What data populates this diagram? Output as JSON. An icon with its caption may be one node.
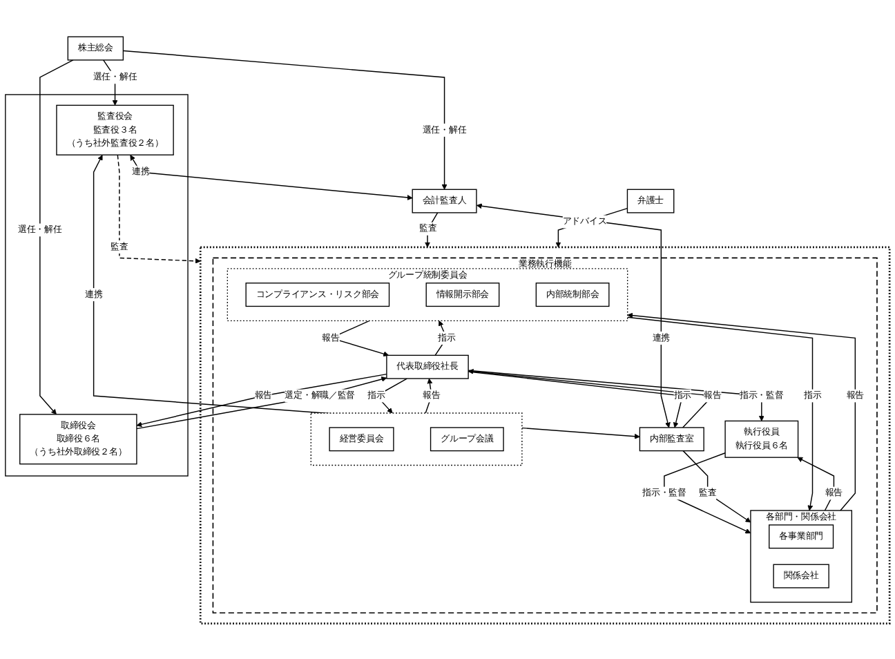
{
  "diagram": {
    "nodes": [
      {
        "text": [
          "株主総会"
        ]
      },
      {
        "text": [],
        "shape": "box"
      },
      {
        "text": [],
        "shape": "box"
      },
      {
        "text": [
          "取締役会",
          "取締役６名",
          "（うち社外取締役２名）"
        ],
        "in": 2
      },
      {
        "text": [
          "監査役会",
          "監査役３名",
          "（うち社外監査役２名）"
        ],
        "in": 2
      },
      {
        "text": [
          "会計監査人"
        ]
      },
      {
        "text": [
          "業務執行機能"
        ],
        "in": 1
      },
      {
        "text": [
          "代表取締役社長"
        ],
        "in": 6
      },
      {
        "text": [
          "内部監査室"
        ],
        "in": 6
      },
      {
        "text": [],
        "shape": "box",
        "in": 6
      },
      {
        "text": [
          "経営委員会"
        ],
        "in": 9
      },
      {
        "text": [
          "グループ会議"
        ],
        "in": 9
      },
      {
        "text": [
          "執行役員",
          "執行役員６名"
        ],
        "in": 6
      },
      {
        "text": [
          "グループ統制委員会"
        ],
        "in": 6
      },
      {
        "text": [
          "コンプライアンス・リスク部会"
        ],
        "in": 13
      },
      {
        "text": [
          "情報開示部会"
        ],
        "in": 13
      },
      {
        "text": [
          "内部統制部会"
        ],
        "in": 13
      },
      {
        "text": [
          "各部門・関係会社"
        ],
        "in": 6
      },
      {
        "text": [
          "各事業部門"
        ],
        "in": 17
      },
      {
        "text": [
          "関係会社"
        ],
        "in": 17
      },
      {
        "text": [
          "弁護士"
        ]
      }
    ],
    "edges": [
      {
        "from": 0,
        "to": 3,
        "arrow": "to",
        "label": "選任・解任"
      },
      {
        "from": 0,
        "to": 4,
        "arrow": "to",
        "label": "選任・解任"
      },
      {
        "from": 0,
        "to": 5,
        "arrow": "to",
        "label": "選任・解任"
      },
      {
        "from": 4,
        "to": 1,
        "arrow": "to",
        "label": "監査",
        "style": "dashed"
      },
      {
        "from": 4,
        "to": 5,
        "arrow": "both",
        "label": "連携"
      },
      {
        "from": 3,
        "to": 7,
        "arrow": "to",
        "label": "選定・解職／監督"
      },
      {
        "from": 7,
        "to": 3,
        "arrow": "to",
        "label": "報告"
      },
      {
        "from": 4,
        "to": 8,
        "arrow": "both",
        "label": "連携"
      },
      {
        "from": 5,
        "to": 8,
        "arrow": "both",
        "label": "連携"
      },
      {
        "from": 5,
        "to": 1,
        "arrow": "to",
        "label": "監査"
      },
      {
        "from": 7,
        "to": 9,
        "arrow": "to",
        "label": "指示"
      },
      {
        "from": 9,
        "to": 7,
        "arrow": "to",
        "label": "報告"
      },
      {
        "from": 7,
        "to": 12,
        "arrow": "to",
        "label": "指示・監督"
      },
      {
        "from": 13,
        "to": 7,
        "arrow": "to",
        "label": "報告"
      },
      {
        "from": 7,
        "to": 13,
        "arrow": "to",
        "label": "指示"
      },
      {
        "from": 8,
        "to": 7,
        "arrow": "to",
        "label": "報告"
      },
      {
        "from": 7,
        "to": 8,
        "arrow": "to",
        "label": "指示"
      },
      {
        "from": 17,
        "to": 12,
        "arrow": "to",
        "label": "報告"
      },
      {
        "from": 12,
        "to": 17,
        "arrow": "to",
        "label": "指示・監督"
      },
      {
        "from": 8,
        "to": 17,
        "arrow": "to",
        "label": "監査"
      },
      {
        "from": 17,
        "to": 13,
        "arrow": "to",
        "label": "報告"
      },
      {
        "from": 13,
        "to": 17,
        "arrow": "to",
        "label": "指示"
      },
      {
        "from": 20,
        "to": 1,
        "arrow": "to",
        "label": "アドバイス"
      }
    ]
  }
}
